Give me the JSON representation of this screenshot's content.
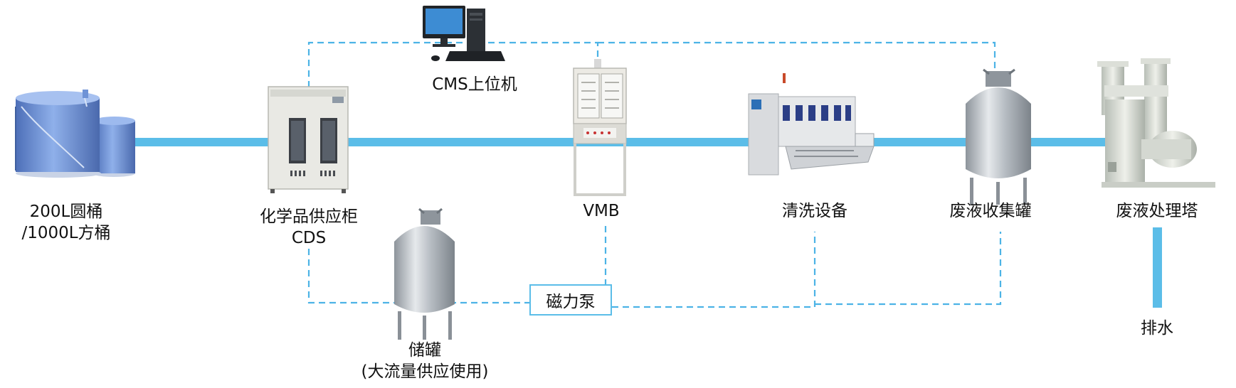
{
  "colors": {
    "pipe": "#5bbde8",
    "dashed": "#4cb3e6",
    "tank_blue": "#6f93d6",
    "steel": "#c7cdd3",
    "cabinet": "#e9e9e4"
  },
  "nodes": {
    "drum": {
      "line1": "200L圆桶",
      "line2": "/1000L方桶"
    },
    "cds": {
      "line1": "化学品供应柜",
      "line2": "CDS"
    },
    "cms": {
      "label": "CMS上位机"
    },
    "vmb": {
      "label": "VMB"
    },
    "cleaner": {
      "label": "清洗设备"
    },
    "waste_tank": {
      "label": "废液收集罐"
    },
    "tower": {
      "label": "废液处理塔"
    },
    "drain": {
      "label": "排水"
    },
    "pump": {
      "label": "磁力泵"
    },
    "storage": {
      "line1": "储罐",
      "line2": "(大流量供应使用)"
    }
  },
  "icons": [
    "blue-storage-tank-icon",
    "chemical-cabinet-icon",
    "computer-icon",
    "vmb-cabinet-icon",
    "cleaning-machine-icon",
    "steel-tank-icon",
    "treatment-tower-icon"
  ]
}
